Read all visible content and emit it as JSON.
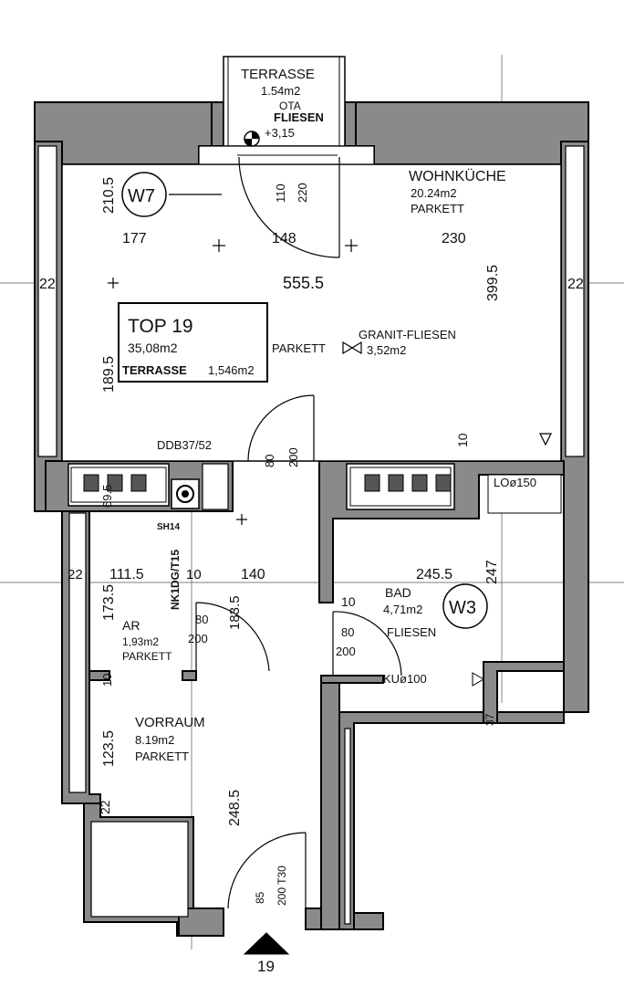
{
  "rooms": {
    "terrace": {
      "name": "TERRASSE",
      "area": "1.54m2",
      "note": "OTA",
      "floor": "FLIESEN",
      "level": "+3,15"
    },
    "kitchen": {
      "name": "WOHNKÜCHE",
      "area": "20.24m2",
      "floor": "PARKETT"
    },
    "granite": {
      "name": "GRANIT-FLIESEN",
      "area": "3,52m2"
    },
    "parkett_label": "PARKETT",
    "bath": {
      "name": "BAD",
      "area": "4,71m2",
      "floor": "FLIESEN"
    },
    "storage": {
      "name": "AR",
      "area": "1,93m2",
      "floor": "PARKETT"
    },
    "hall": {
      "name": "VORRAUM",
      "area": "8.19m2",
      "floor": "PARKETT"
    }
  },
  "unit": {
    "title": "TOP 19",
    "area": "35,08m2",
    "terrace_label": "TERRASSE",
    "terrace_area": "1,546m2"
  },
  "windows": {
    "w7": "W7",
    "w3": "W3"
  },
  "dimensions": {
    "d210_5": "210.5",
    "d177": "177",
    "d148": "148",
    "d230": "230",
    "d555_5": "555.5",
    "d399_5": "399.5",
    "d22a": "22",
    "d22b": "22",
    "d22c": "22",
    "d22d": "22",
    "d189_5": "189.5",
    "d110": "110",
    "d220": "220",
    "d80a": "80",
    "d200a": "200",
    "d10a": "10",
    "d69_5": "69.5",
    "d111_5": "111.5",
    "d10b": "10",
    "d140": "140",
    "d245_5": "245.5",
    "d247": "247",
    "d173_5": "173.5",
    "d183_5": "183.5",
    "d80b": "80",
    "d200b": "200",
    "d10c": "10",
    "d80c": "80",
    "d200c": "200",
    "d10d": "10",
    "d123_5": "123.5",
    "d248_5": "248.5",
    "d85": "85",
    "d200_t30": "200 T30",
    "d37": "37"
  },
  "tags": {
    "ddb": "DDB37/52",
    "lo": "LOø150",
    "ku": "KUø100",
    "sh": "SH14",
    "nk": "NK1DG/T15"
  },
  "entrance": {
    "number": "19"
  }
}
